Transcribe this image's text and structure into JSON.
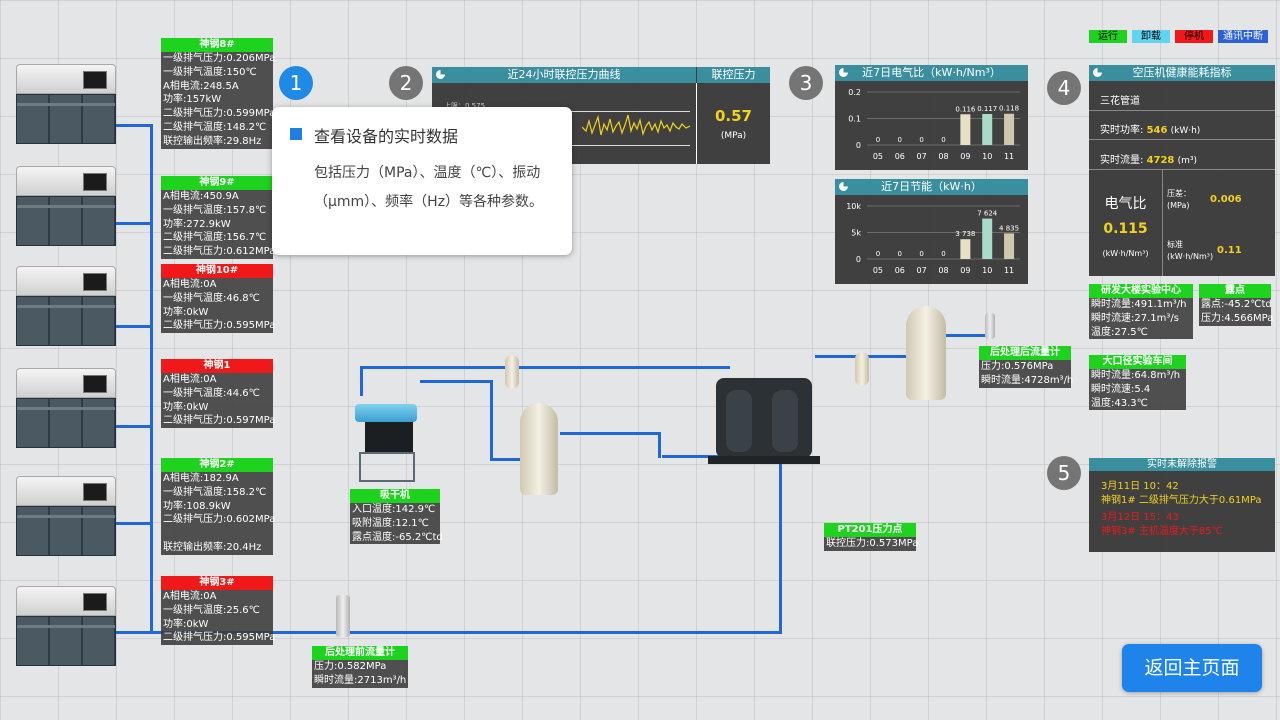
{
  "legend": [
    {
      "label": "运行",
      "color": "#1ed31e"
    },
    {
      "label": "卸载",
      "color": "#5fd5f2"
    },
    {
      "label": "停机",
      "color": "#f01818"
    },
    {
      "label": "通讯中断",
      "color": "#2b63d6"
    }
  ],
  "compressors": [
    {
      "title": "神钢8#",
      "status": "run",
      "rows": [
        "一级排气压力:0.206MPa",
        "一级排气温度:150℃",
        "A相电流:248.5A",
        "功率:157kW",
        "二级排气压力:0.599MPa",
        "二级排气温度:148.2℃",
        "联控输出频率:29.8Hz"
      ]
    },
    {
      "title": "神钢9#",
      "status": "run",
      "rows": [
        "A相电流:450.9A",
        "一级排气温度:157.8℃",
        "功率:272.9kW",
        "二级排气温度:156.7℃",
        "二级排气压力:0.612MPa"
      ]
    },
    {
      "title": "神钢10#",
      "status": "stop",
      "rows": [
        "A相电流:0A",
        "一级排气温度:46.8℃",
        "功率:0kW",
        "二级排气压力:0.595MPa"
      ]
    },
    {
      "title": "神钢1",
      "status": "stop",
      "rows": [
        "A相电流:0A",
        "一级排气温度:44.6℃",
        "功率:0kW",
        "二级排气压力:0.597MPa"
      ]
    },
    {
      "title": "神钢2#",
      "status": "run",
      "rows": [
        "A相电流:182.9A",
        "一级排气温度:158.2℃",
        "功率:108.9kW",
        "二级排气压力:0.602MPa",
        "",
        "联控输出频率:20.4Hz"
      ]
    },
    {
      "title": "神钢3#",
      "status": "stop",
      "rows": [
        "A相电流:0A",
        "一级排气温度:25.6℃",
        "功率:0kW",
        "二级排气压力:0.595MPa"
      ]
    }
  ],
  "tooltip": {
    "title": "查看设备的实时数据",
    "body": "包括压力（MPa）、温度（℃）、振动（μmm）、频率（Hz）等各种参数。"
  },
  "steps": [
    "1",
    "2",
    "3",
    "4",
    "5"
  ],
  "pressure_panel": {
    "title": "近24小时联控压力曲线",
    "right_title": "联控压力",
    "value": "0.57",
    "unit": "(MPa)",
    "upper_label": "上限：0.575"
  },
  "chart_data": [
    {
      "type": "bar",
      "title": "近7日电气比（kW·h/Nm³）",
      "categories": [
        "05",
        "06",
        "07",
        "08",
        "09",
        "10",
        "11"
      ],
      "values": [
        0,
        0,
        0,
        0,
        0.116,
        0.117,
        0.118
      ],
      "ylim": [
        0,
        0.2
      ],
      "yticks": [
        "0.2",
        "0.1",
        "0"
      ],
      "data_labels": [
        "0",
        "0",
        "0",
        "0",
        "0.116",
        "0.117",
        "0.118"
      ]
    },
    {
      "type": "bar",
      "title": "近7日节能（kW·h）",
      "categories": [
        "05",
        "06",
        "07",
        "08",
        "09",
        "10",
        "11"
      ],
      "values": [
        0,
        0,
        0,
        0,
        3738,
        7624,
        4835
      ],
      "ylim": [
        0,
        10000
      ],
      "yticks": [
        "10k",
        "5k",
        "0"
      ],
      "data_labels": [
        "0",
        "0",
        "0",
        "0",
        "3 738",
        "7 624",
        "4 835"
      ]
    }
  ],
  "health_panel": {
    "title": "空压机健康能耗指标",
    "location": "三花管道",
    "power_label": "实时功率:",
    "power_value": "546",
    "power_unit": "(kW·h)",
    "flow_label": "实时流量:",
    "flow_value": "4728",
    "flow_unit": "(m³)",
    "ratio_label": "电气比",
    "ratio_value": "0.115",
    "ratio_unit": "(kW·h/Nm³)",
    "diff_label": "压差：",
    "diff_unit": "(MPa)",
    "diff_value": "0.006",
    "std_label": "标准",
    "std_unit": "(kW·h/Nm³)",
    "std_value": "0.11"
  },
  "rd_center": {
    "title": "研发大楼实验中心",
    "rows": [
      "瞬时流量:491.1m³/h",
      "瞬时流速:27.1m³/s",
      "温度:27.5℃"
    ]
  },
  "dew_box": {
    "title": "露点",
    "rows": [
      "露点:-45.2℃td",
      "压力:4.566MPa"
    ]
  },
  "lab_box": {
    "title": "大口径实验车间",
    "rows": [
      "瞬时流量:64.8m³/h",
      "瞬时流速:5.4",
      "温度:43.3℃"
    ]
  },
  "post_flow": {
    "title": "后处理后流量计",
    "rows": [
      "压力:0.576MPa",
      "瞬时流量:4728m³/h"
    ]
  },
  "dryer": {
    "title": "吸干机",
    "rows": [
      "入口温度:142.9℃",
      "吸附温度:12.1℃",
      "露点温度:-65.2℃td"
    ]
  },
  "pt201": {
    "title": "PT201压力点",
    "rows": [
      "联控压力:0.573MPa"
    ]
  },
  "pre_flow": {
    "title": "后处理前流量计",
    "rows": [
      "压力:0.582MPa",
      "瞬时流量:2713m³/h"
    ]
  },
  "alarm": {
    "title": "实时未解除报警",
    "items": [
      {
        "time": "3月11日 10：42",
        "text": "神钢1# 二级排气压力大于0.61MPa",
        "color": "#f2d21a"
      },
      {
        "time": "3月12日 15：43",
        "text": "神钢3# 主机温度大于85℃",
        "color": "#f01818"
      }
    ]
  },
  "back_button": "返回主页面"
}
